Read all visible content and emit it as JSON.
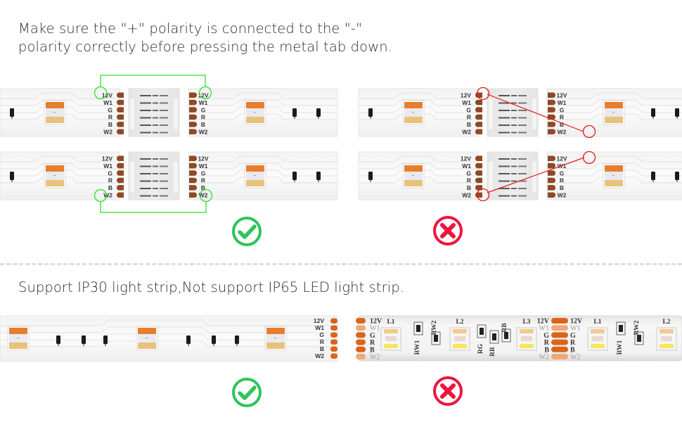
{
  "section1": {
    "caption_line1": "Make sure the \"+\" polarity is connected to the \"-\"",
    "caption_line2": "polarity correctly before pressing the metal tab down.",
    "pin_labels": [
      "12V",
      "W1",
      "G",
      "R",
      "B",
      "W2"
    ],
    "correct_example": {
      "status": "correct",
      "status_icon": "check-circle-icon",
      "connections": [
        {
          "from": "top-left 12V",
          "to": "top-right 12V"
        },
        {
          "from": "bottom-left W2",
          "to": "bottom-right W2"
        }
      ],
      "highlight_color": "#2ee02e"
    },
    "wrong_example": {
      "status": "incorrect",
      "status_icon": "x-circle-icon",
      "connections": [
        {
          "from": "top-left 12V",
          "to": "top-right W2"
        },
        {
          "from": "bottom-left W2",
          "to": "bottom-right 12V"
        }
      ],
      "highlight_color": "#e81a1a"
    }
  },
  "section2": {
    "caption": "Support IP30 light strip,Not support IP65 LED light strip.",
    "supported_strip": {
      "status": "correct",
      "status_icon": "check-circle-icon",
      "pin_labels": [
        "12V",
        "W1",
        "G",
        "R",
        "B",
        "W2"
      ]
    },
    "unsupported_strip": {
      "status": "incorrect",
      "status_icon": "x-circle-icon",
      "pin_labels": [
        "12V",
        "W1",
        "G",
        "R",
        "B",
        "W2"
      ],
      "led_labels": [
        "L1",
        "L2",
        "L3",
        "L1",
        "L2"
      ],
      "resistor_labels": [
        "RW1",
        "RW2",
        "RG",
        "RR",
        "RB",
        "RW1",
        "RW2"
      ]
    }
  },
  "colors": {
    "ok_green": "#2ec45a",
    "bad_red": "#f0143c",
    "pad_brown": "#8e4a24",
    "pad_orange": "#d9651c",
    "led_orange": "#e67e2e",
    "led_yellow": "#e8c27a",
    "divider": "#dedede"
  }
}
